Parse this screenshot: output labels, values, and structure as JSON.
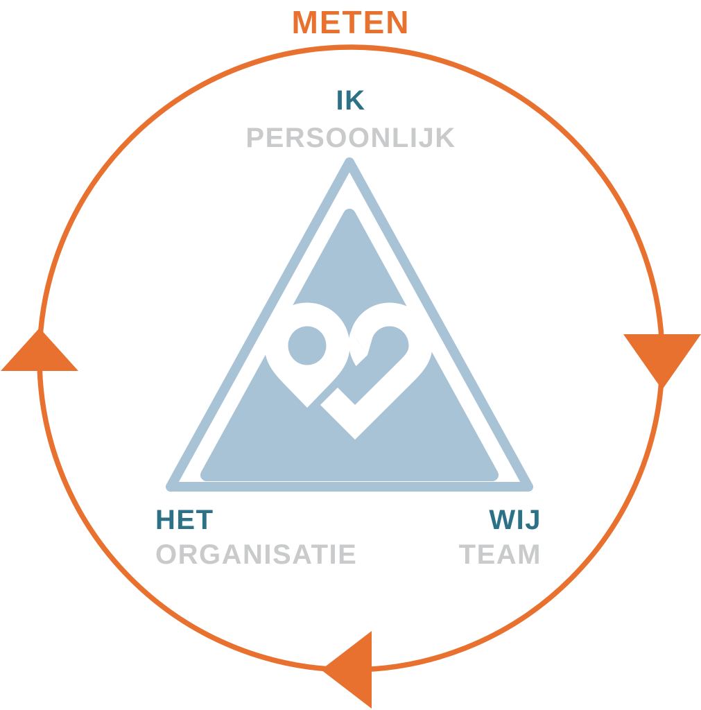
{
  "diagram": {
    "title": "METEN",
    "title_color": "#E8712F",
    "accent_color": "#E8712F",
    "primary_color": "#2D7186",
    "secondary_color": "#C9CACB",
    "triangle_fill_color": "#A8C2D6",
    "triangle_outline_color": "#A8C2D6",
    "logo_color": "#FFFFFF",
    "background_color": "#FFFFFF",
    "flow_direction": "clockwise",
    "corners": [
      {
        "position": "top",
        "primary": "IK",
        "secondary": "PERSOONLIJK"
      },
      {
        "position": "bottom-left",
        "primary": "HET",
        "secondary": "ORGANISATIE"
      },
      {
        "position": "bottom-right",
        "primary": "WIJ",
        "secondary": "TEAM"
      }
    ],
    "arrows": [
      {
        "name": "left-arrow",
        "direction": "up"
      },
      {
        "name": "right-arrow",
        "direction": "down"
      },
      {
        "name": "bottom-arrow",
        "direction": "left"
      }
    ],
    "center_logo": "heart-pin-icon"
  }
}
